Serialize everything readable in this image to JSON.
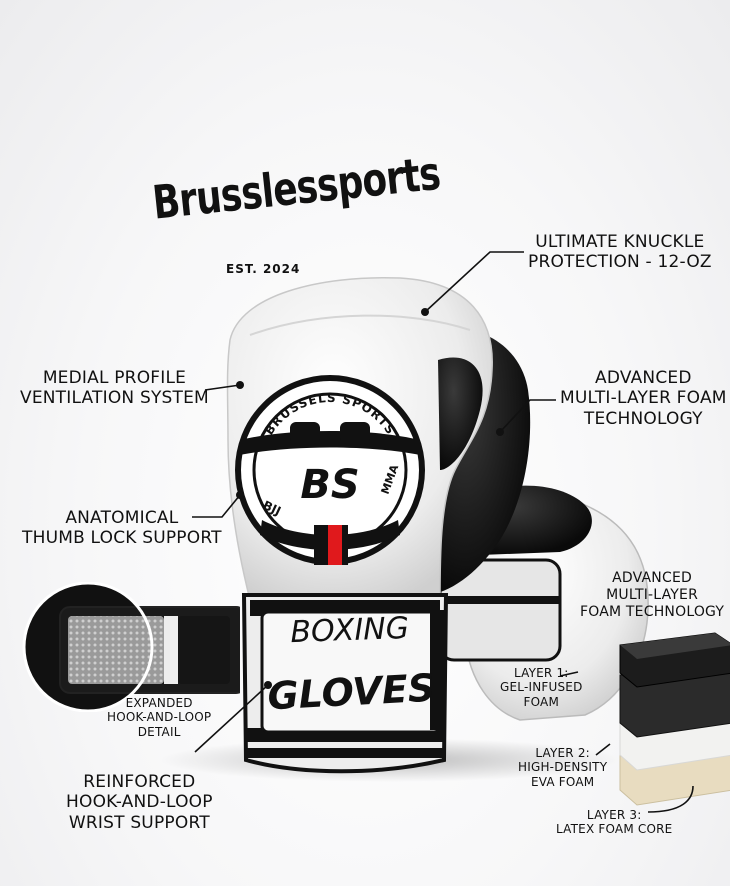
{
  "brand": {
    "name": "Brusslessports",
    "established": "EST. 2024"
  },
  "badge": {
    "ring_text": "BRUSSELS SPORTS",
    "left_text": "BJJ",
    "right_text": "MMA",
    "monogram": "BS"
  },
  "strap": {
    "line1": "BOXING",
    "line2": "GLOVES"
  },
  "callouts": {
    "knuckle": [
      "ULTIMATE KNUCKLE",
      "PROTECTION - 12-OZ"
    ],
    "ventilation": [
      "MEDIAL PROFILE",
      "VENTILATION SYSTEM"
    ],
    "foam_main": [
      "ADVANCED",
      "MULTI-LAYER FOAM",
      "TECHNOLOGY"
    ],
    "thumb": [
      "ANATOMICAL",
      "THUMB LOCK SUPPORT"
    ],
    "foam_small": [
      "ADVANCED",
      "MULTI-LAYER",
      "FOAM TECHNOLOGY"
    ],
    "hook_detail": [
      "EXPANDED",
      "HOOK-AND-LOOP",
      "DETAIL"
    ],
    "wrist": [
      "REINFORCED",
      "HOOK-AND-LOOP",
      "WRIST SUPPORT"
    ]
  },
  "layers": [
    {
      "lines": [
        "LAYER 1:",
        "GEL-INFUSED",
        "FOAM"
      ]
    },
    {
      "lines": [
        "LAYER 2:",
        "HIGH-DENSITY",
        "EVA FOAM"
      ]
    },
    {
      "lines": [
        "LAYER 3:",
        "LATEX FOAM CORE"
      ]
    }
  ],
  "colors": {
    "glove_white": "#f2f2f2",
    "glove_black": "#141414",
    "accent_red": "#e0191c",
    "background": "#f5f5f6"
  }
}
